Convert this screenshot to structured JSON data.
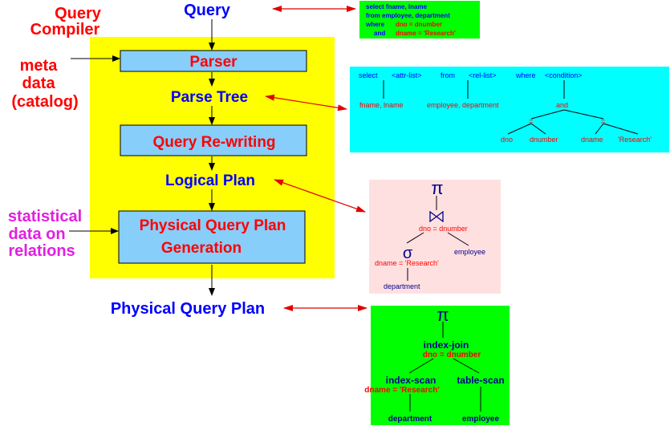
{
  "compiler": {
    "title_line1": "Query",
    "title_line2": "Compiler",
    "meta_line1": "meta",
    "meta_line2": "data",
    "meta_line3": "(catalog)",
    "stat_line1": "statistical",
    "stat_line2": "data on",
    "stat_line3": "relations"
  },
  "pipeline": {
    "query": "Query",
    "parser": "Parser",
    "parse_tree": "Parse Tree",
    "rewriting": "Query Re-writing",
    "logical_plan": "Logical Plan",
    "physical_gen_line1": "Physical Query Plan",
    "physical_gen_line2": "Generation",
    "physical_plan": "Physical Query Plan"
  },
  "sql_box": {
    "line1": "select fname, lname",
    "line2": "from employee, department",
    "where_kw": "where",
    "where_cond": "dno = dnumber",
    "and_kw": "and",
    "and_cond": "dname = 'Research'"
  },
  "parse_tree_box": {
    "select": "select",
    "attr_list": "<attr-list>",
    "from": "from",
    "rel_list": "<rel-list>",
    "where": "where",
    "condition": "<condition>",
    "attrs": "fname, lname",
    "rels": "employee, department",
    "and": "and",
    "eq1": "=",
    "eq2": "=",
    "dno": "dno",
    "dnumber": "dnumber",
    "dname": "dname",
    "research": "'Research'"
  },
  "logical_box": {
    "pi": "π",
    "join_cond": "dno = dnumber",
    "sigma": "σ",
    "sel_cond": "dname = 'Research'",
    "employee": "employee",
    "department": "department"
  },
  "physical_box": {
    "pi": "π",
    "index_join": "index-join",
    "join_cond": "dno = dnumber",
    "index_scan": "index-scan",
    "scan_cond": "dname = 'Research'",
    "table_scan": "table-scan",
    "department": "department",
    "employee": "employee"
  },
  "colors": {
    "yellow": "#ffff00",
    "green": "#00ff00",
    "cyan": "#00ffff",
    "pink": "#ffe0e0",
    "box_blue": "#87cefa",
    "red": "#ff0000",
    "blue": "#0000ff",
    "magenta": "#e020e0",
    "navy": "#00008b"
  }
}
